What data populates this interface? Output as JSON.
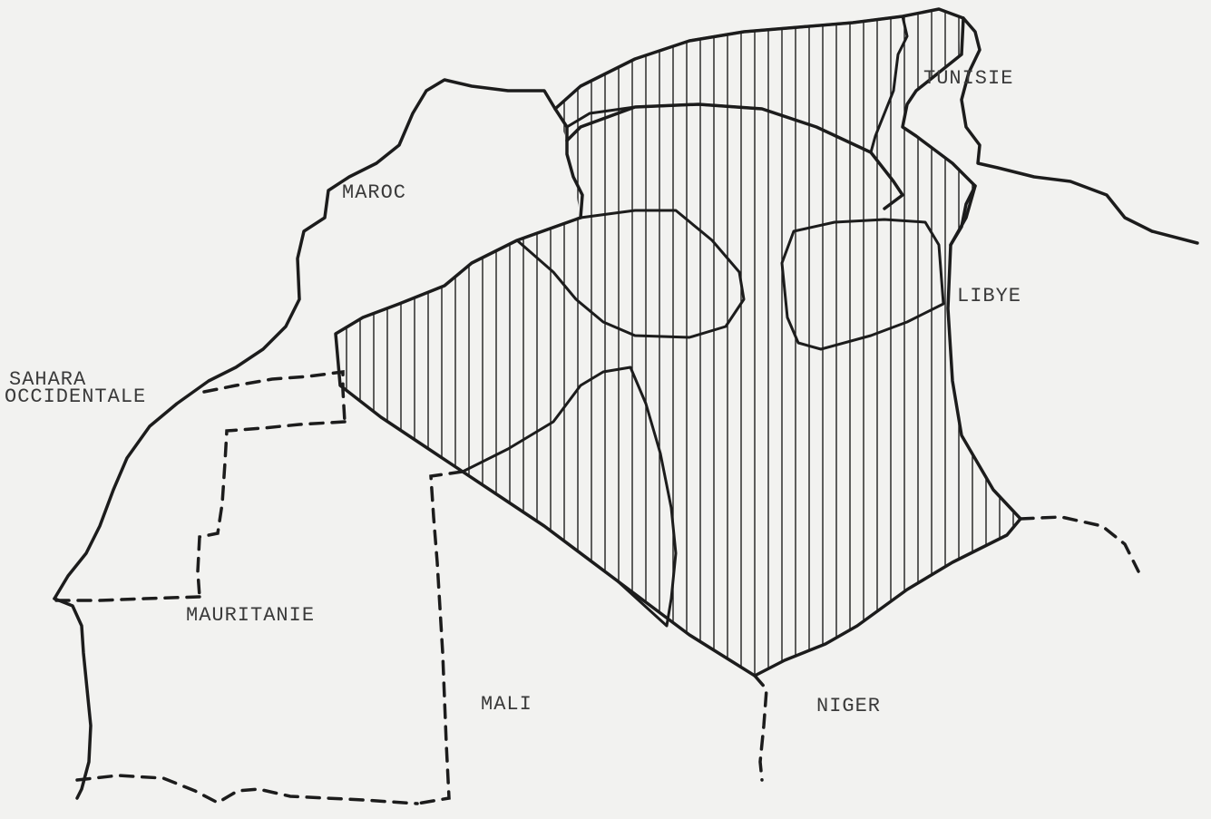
{
  "map": {
    "labels": {
      "tunisie": "TUNISIE",
      "maroc": "MAROC",
      "libye": "LIBYE",
      "sahara_line1": "SAHARA",
      "sahara_line2": "OCCIDENTALE",
      "mauritanie": "MAURITANIE",
      "mali": "MALI",
      "niger": "NIGER"
    },
    "colors": {
      "ink": "#1c1c1c",
      "paper": "#f2f2f0",
      "label": "#3a3a3a"
    }
  }
}
